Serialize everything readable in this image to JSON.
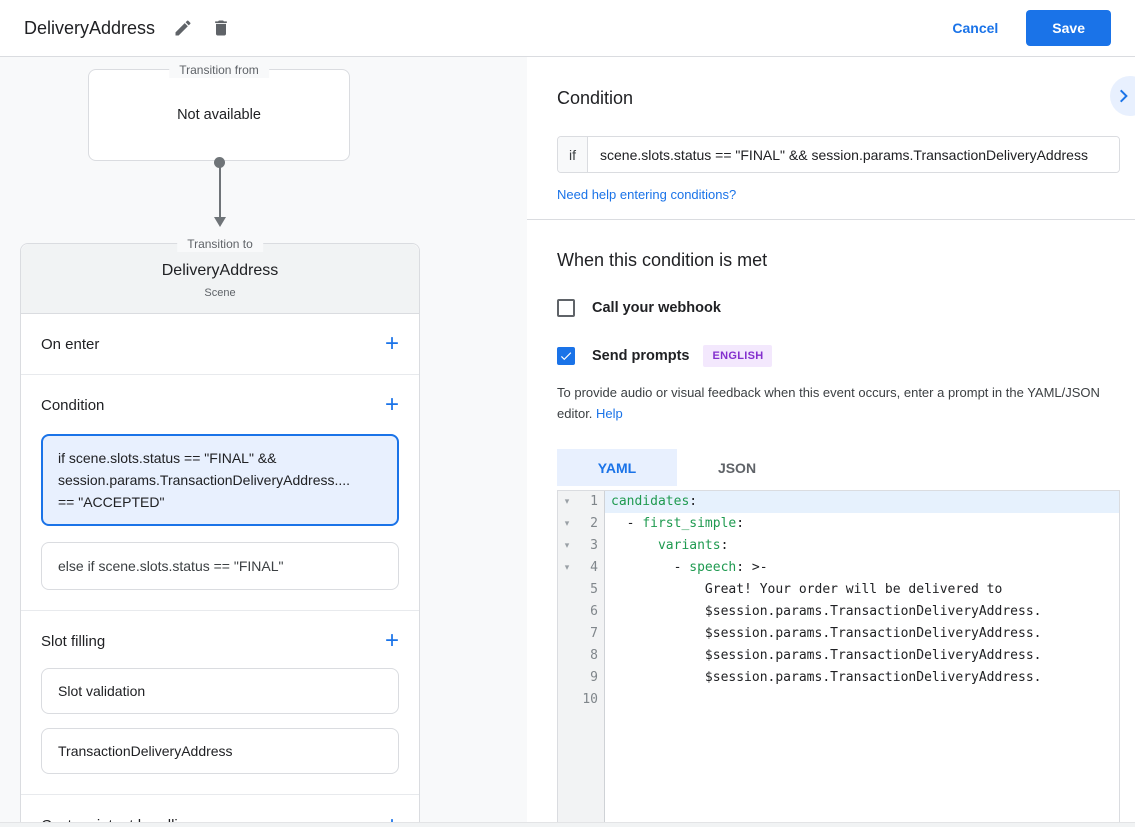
{
  "colors": {
    "accent": "#1a73e8",
    "selected_card_bg": "#e8f0fe",
    "selected_card_border": "#1a73e8",
    "yaml_key_green": "#1f9a50",
    "badge_bg": "#f3e8fd",
    "badge_text": "#8430ce",
    "save_button_bg": "#1a73e8"
  },
  "icons": {
    "edit": "pencil-icon",
    "delete": "trash-icon",
    "add": "plus-icon",
    "collapse_panel": "chevron-right-icon",
    "fold": "triangle-down-icon",
    "checked": "checkmark-icon"
  },
  "header": {
    "title": "DeliveryAddress",
    "cancel_label": "Cancel",
    "save_label": "Save"
  },
  "flow": {
    "transition_from": {
      "legend": "Transition from",
      "value": "Not available"
    },
    "transition_to": {
      "legend": "Transition to",
      "title": "DeliveryAddress",
      "subtitle": "Scene"
    },
    "on_enter_label": "On enter",
    "condition_label": "Condition",
    "condition_cards": [
      {
        "selected": true,
        "lines": [
          "if scene.slots.status == \"FINAL\" &&",
          "session.params.TransactionDeliveryAddress....",
          "== \"ACCEPTED\""
        ]
      },
      {
        "selected": false,
        "lines": [
          "else if scene.slots.status == \"FINAL\""
        ]
      }
    ],
    "slot_filling_label": "Slot filling",
    "slot_cards": [
      "Slot validation",
      "TransactionDeliveryAddress"
    ],
    "custom_intent_label": "Custom intent handling"
  },
  "panel": {
    "title": "Condition",
    "if_label": "if",
    "condition_value": "scene.slots.status == \"FINAL\" && session.params.TransactionDeliveryAddress",
    "need_help_link": "Need help entering conditions?",
    "when_met_title": "When this condition is met",
    "webhook": {
      "label": "Call your webhook",
      "checked": false
    },
    "prompts": {
      "label": "Send prompts",
      "checked": true,
      "badge": "ENGLISH"
    },
    "helper_text": "To provide audio or visual feedback when this event occurs, enter a prompt in the YAML/JSON editor.",
    "help_link": "Help",
    "tabs": [
      {
        "label": "YAML",
        "active": true
      },
      {
        "label": "JSON",
        "active": false
      }
    ],
    "editor": {
      "lines": [
        {
          "n": 1,
          "fold": true,
          "highlight": true,
          "segments": [
            {
              "type": "key",
              "text": "candidates"
            },
            {
              "type": "plain",
              "text": ":"
            }
          ]
        },
        {
          "n": 2,
          "fold": true,
          "segments": [
            {
              "type": "plain",
              "text": "  - "
            },
            {
              "type": "key",
              "text": "first_simple"
            },
            {
              "type": "plain",
              "text": ":"
            }
          ]
        },
        {
          "n": 3,
          "fold": true,
          "segments": [
            {
              "type": "plain",
              "text": "      "
            },
            {
              "type": "key",
              "text": "variants"
            },
            {
              "type": "plain",
              "text": ":"
            }
          ]
        },
        {
          "n": 4,
          "fold": true,
          "segments": [
            {
              "type": "plain",
              "text": "        - "
            },
            {
              "type": "key",
              "text": "speech"
            },
            {
              "type": "plain",
              "text": ": >-"
            }
          ]
        },
        {
          "n": 5,
          "segments": [
            {
              "type": "plain",
              "text": "            Great! Your order will be delivered to"
            }
          ]
        },
        {
          "n": 6,
          "segments": [
            {
              "type": "plain",
              "text": "            $session.params.TransactionDeliveryAddress."
            }
          ]
        },
        {
          "n": 7,
          "segments": [
            {
              "type": "plain",
              "text": "            $session.params.TransactionDeliveryAddress."
            }
          ]
        },
        {
          "n": 8,
          "segments": [
            {
              "type": "plain",
              "text": "            $session.params.TransactionDeliveryAddress."
            }
          ]
        },
        {
          "n": 9,
          "segments": [
            {
              "type": "plain",
              "text": "            $session.params.TransactionDeliveryAddress."
            }
          ]
        },
        {
          "n": 10,
          "segments": []
        }
      ]
    }
  }
}
